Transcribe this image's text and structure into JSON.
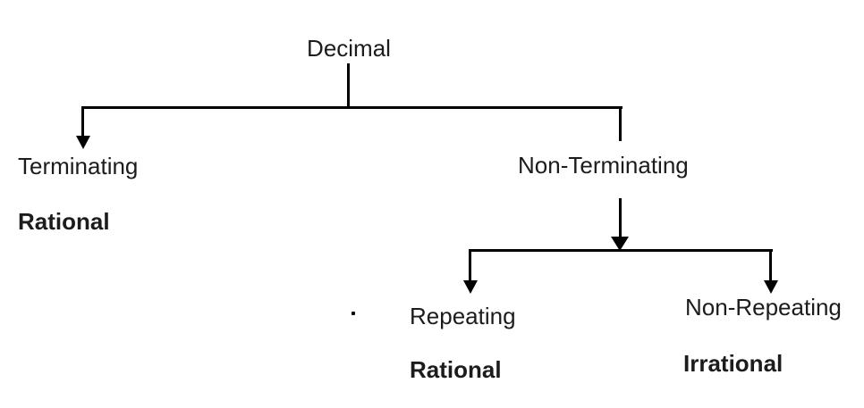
{
  "colors": {
    "background": "#ffffff",
    "line": "#000000",
    "text": "#1c1c1c"
  },
  "diagram": {
    "type": "tree",
    "root": {
      "label": "Decimal"
    },
    "level1": [
      {
        "label": "Terminating",
        "classification": "Rational"
      },
      {
        "label": "Non-Terminating"
      }
    ],
    "level2": [
      {
        "label": "Repeating",
        "classification": "Rational"
      },
      {
        "label": "Non-Repeating",
        "classification": "Irrational"
      }
    ],
    "stray_mark": "."
  }
}
